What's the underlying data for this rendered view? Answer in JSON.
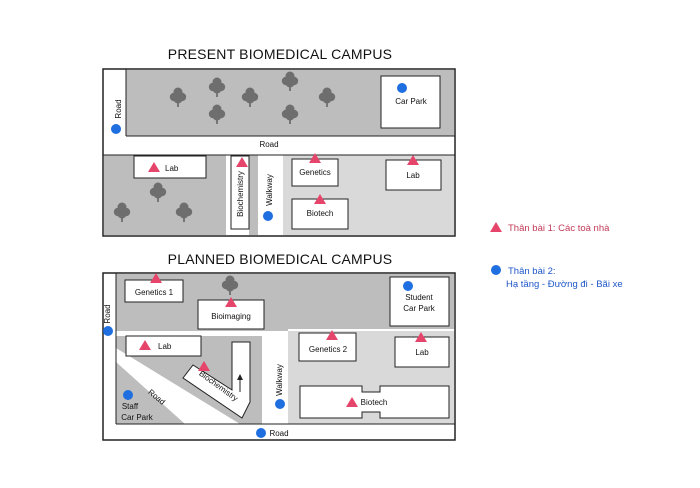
{
  "present": {
    "title": "PRESENT BIOMEDICAL CAMPUS",
    "labels": {
      "road_left": "Road",
      "road_middle": "Road",
      "walkway": "Walkway",
      "car_park": "Car Park",
      "lab_left": "Lab",
      "biochemistry": "Biochemistry",
      "genetics": "Genetics",
      "biotech": "Biotech",
      "lab_right": "Lab"
    }
  },
  "planned": {
    "title": "PLANNED BIOMEDICAL CAMPUS",
    "labels": {
      "road_left": "Road",
      "road_diagonal": "Road",
      "road_bottom": "Road",
      "walkway": "Walkway",
      "genetics_1": "Genetics 1",
      "bioimaging": "Bioimaging",
      "student_car_park_line1": "Student",
      "student_car_park_line2": "Car Park",
      "lab_left": "Lab",
      "biochemistry": "Biochemistry",
      "staff_car_park_line1": "Staff",
      "staff_car_park_line2": "Car Park",
      "genetics_2": "Genetics 2",
      "lab_right": "Lab",
      "biotech": "Biotech"
    }
  },
  "legend": {
    "buildings": "Thân bài 1: Các toà nhà",
    "infrastructure_line1": "Thân bài 2:",
    "infrastructure_line2": "Hạ tầng - Đường đi - Bãi xe"
  },
  "colors": {
    "building_marker": "#e5456b",
    "infrastructure_marker": "#1f6fe0",
    "ground_dark": "#bdbdbd",
    "ground_light": "#dadada",
    "tree": "#6e6e6e"
  }
}
